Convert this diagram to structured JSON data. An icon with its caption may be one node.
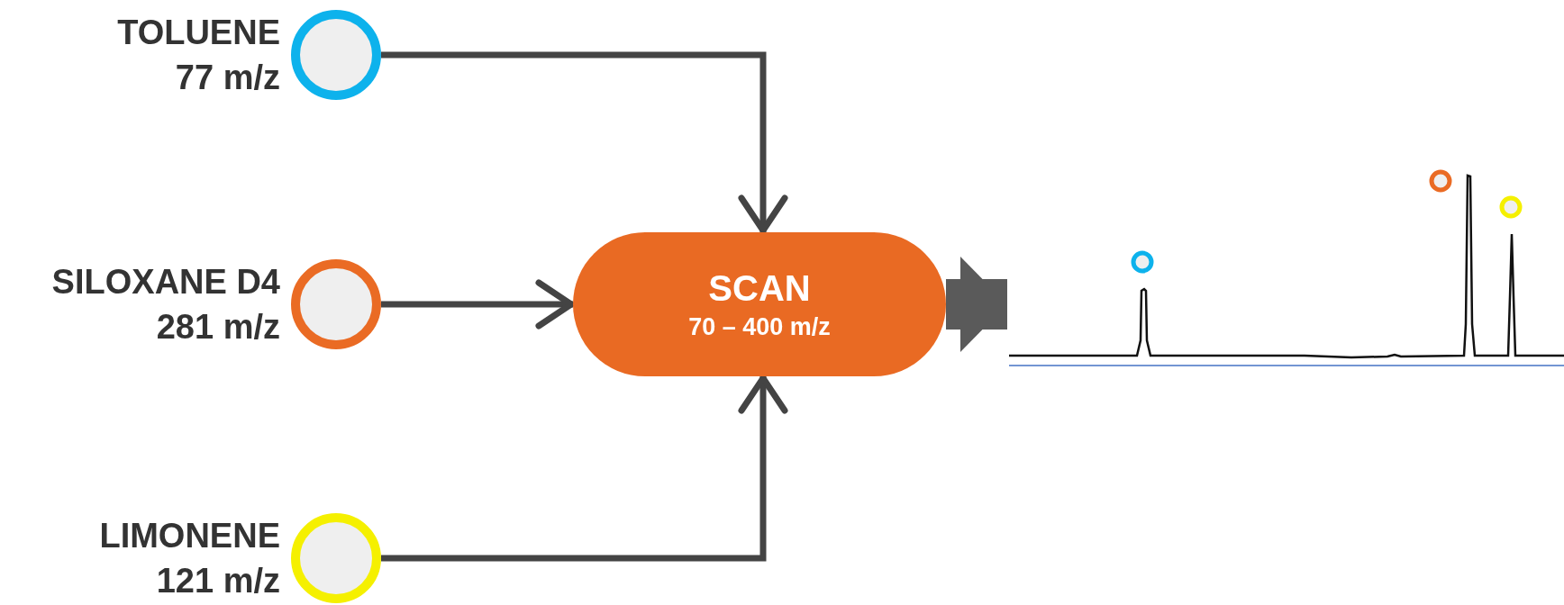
{
  "diagram": {
    "nodes": [
      {
        "text": [
          "TOLUENE",
          "77 m/z"
        ]
      },
      {
        "text": [
          "SILOXANE D4",
          "281 m/z"
        ]
      },
      {
        "text": [
          "SCAN",
          "70 – 400 m/z"
        ]
      },
      {
        "text": [
          "LIMONENE",
          "121 m/z"
        ]
      },
      {
        "text": [],
        "shape": "picture"
      }
    ],
    "edges": [
      {
        "from": 0,
        "to": 2,
        "arrow": "to"
      },
      {
        "from": 1,
        "to": 2,
        "arrow": "to"
      },
      {
        "from": 3,
        "to": 2,
        "arrow": "to"
      },
      {
        "from": 2,
        "to": 4,
        "arrow": "to",
        "style": "thick",
        "color": "#5a5a5a"
      }
    ]
  }
}
